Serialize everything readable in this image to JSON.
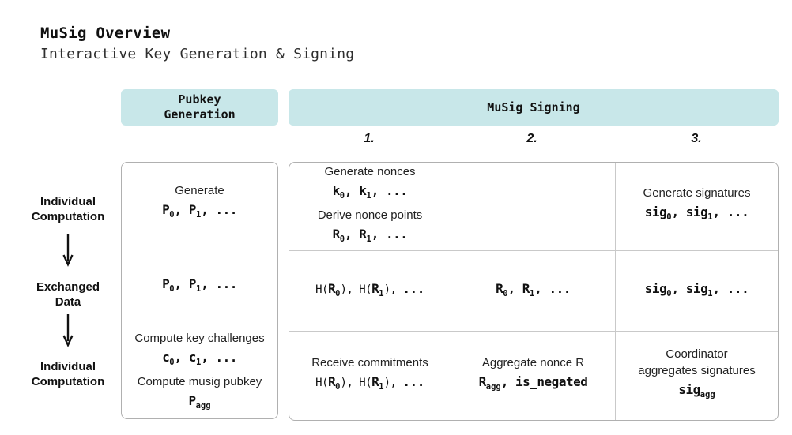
{
  "title": "MuSig Overview",
  "subtitle": "Interactive Key Generation & Signing",
  "colors": {
    "header_bg": "#c8e7e9",
    "table_border": "#b0b0b0",
    "grid_line": "#c9c9c9",
    "text": "#1b1b1b"
  },
  "headers": {
    "pubkey": "Pubkey\nGeneration",
    "signing": "MuSig Signing"
  },
  "step_numbers": [
    "1.",
    "2.",
    "3."
  ],
  "row_labels": {
    "r1": "Individual\nComputation",
    "r2": "Exchanged\nData",
    "r3": "Individual\nComputation"
  },
  "icons": {
    "down_arrow": "down-arrow-icon"
  },
  "pubkey_cells": {
    "r1": [
      {
        "t": "d",
        "x": "Generate"
      },
      {
        "t": "m",
        "segs": [
          [
            "b",
            "P"
          ],
          [
            "s",
            "0"
          ],
          [
            "b",
            ", P"
          ],
          [
            "s",
            "1"
          ],
          [
            "b",
            ", ..."
          ]
        ]
      }
    ],
    "r2": [
      {
        "t": "m",
        "segs": [
          [
            "b",
            "P"
          ],
          [
            "s",
            "0"
          ],
          [
            "b",
            ", P"
          ],
          [
            "s",
            "1"
          ],
          [
            "b",
            ", ..."
          ]
        ]
      }
    ],
    "r3": [
      {
        "t": "d",
        "x": "Compute key challenges"
      },
      {
        "t": "m",
        "segs": [
          [
            "b",
            "c"
          ],
          [
            "s",
            "0"
          ],
          [
            "b",
            ", c"
          ],
          [
            "s",
            "1"
          ],
          [
            "b",
            ", ..."
          ]
        ]
      },
      {
        "t": "d",
        "x": "Compute musig pubkey"
      },
      {
        "t": "m",
        "segs": [
          [
            "b",
            "P"
          ],
          [
            "s",
            "agg"
          ]
        ]
      }
    ]
  },
  "signing_cells": {
    "r1c1": [
      {
        "t": "d",
        "x": "Generate nonces"
      },
      {
        "t": "m",
        "segs": [
          [
            "b",
            "k"
          ],
          [
            "s",
            "0"
          ],
          [
            "b",
            ", k"
          ],
          [
            "s",
            "1"
          ],
          [
            "b",
            ", ..."
          ]
        ]
      },
      {
        "t": "d",
        "x": "Derive nonce points"
      },
      {
        "t": "m",
        "segs": [
          [
            "b",
            "R"
          ],
          [
            "s",
            "0"
          ],
          [
            "b",
            ", R"
          ],
          [
            "s",
            "1"
          ],
          [
            "b",
            ", ..."
          ]
        ]
      }
    ],
    "r1c2": [],
    "r1c3": [
      {
        "t": "d",
        "x": "Generate signatures"
      },
      {
        "t": "m",
        "segs": [
          [
            "b",
            "sig"
          ],
          [
            "s",
            "0"
          ],
          [
            "b",
            ", sig"
          ],
          [
            "s",
            "1"
          ],
          [
            "b",
            ", ..."
          ]
        ]
      }
    ],
    "r2c1": [
      {
        "t": "m",
        "segs": [
          [
            "l",
            "H("
          ],
          [
            "b",
            "R"
          ],
          [
            "s",
            "0"
          ],
          [
            "l",
            "), "
          ],
          [
            "l",
            "H("
          ],
          [
            "b",
            "R"
          ],
          [
            "s",
            "1"
          ],
          [
            "l",
            "), "
          ],
          [
            "b",
            "..."
          ]
        ]
      }
    ],
    "r2c2": [
      {
        "t": "m",
        "segs": [
          [
            "b",
            "R"
          ],
          [
            "s",
            "0"
          ],
          [
            "b",
            ", R"
          ],
          [
            "s",
            "1"
          ],
          [
            "b",
            ", ..."
          ]
        ]
      }
    ],
    "r2c3": [
      {
        "t": "m",
        "segs": [
          [
            "b",
            "sig"
          ],
          [
            "s",
            "0"
          ],
          [
            "b",
            ", sig"
          ],
          [
            "s",
            "1"
          ],
          [
            "b",
            ", ..."
          ]
        ]
      }
    ],
    "r3c1": [
      {
        "t": "d",
        "x": "Receive commitments"
      },
      {
        "t": "m",
        "segs": [
          [
            "l",
            "H("
          ],
          [
            "b",
            "R"
          ],
          [
            "s",
            "0"
          ],
          [
            "l",
            "), "
          ],
          [
            "l",
            "H("
          ],
          [
            "b",
            "R"
          ],
          [
            "s",
            "1"
          ],
          [
            "l",
            "), "
          ],
          [
            "b",
            "..."
          ]
        ]
      }
    ],
    "r3c2": [
      {
        "t": "d",
        "x": "Aggregate nonce R"
      },
      {
        "t": "m",
        "segs": [
          [
            "b",
            "R"
          ],
          [
            "s",
            "agg"
          ],
          [
            "b",
            ", is_negated"
          ]
        ]
      }
    ],
    "r3c3": [
      {
        "t": "d",
        "x": "Coordinator"
      },
      {
        "t": "d",
        "x": "aggregates signatures"
      },
      {
        "t": "m",
        "segs": [
          [
            "b",
            "sig"
          ],
          [
            "s",
            "agg"
          ]
        ]
      }
    ]
  }
}
